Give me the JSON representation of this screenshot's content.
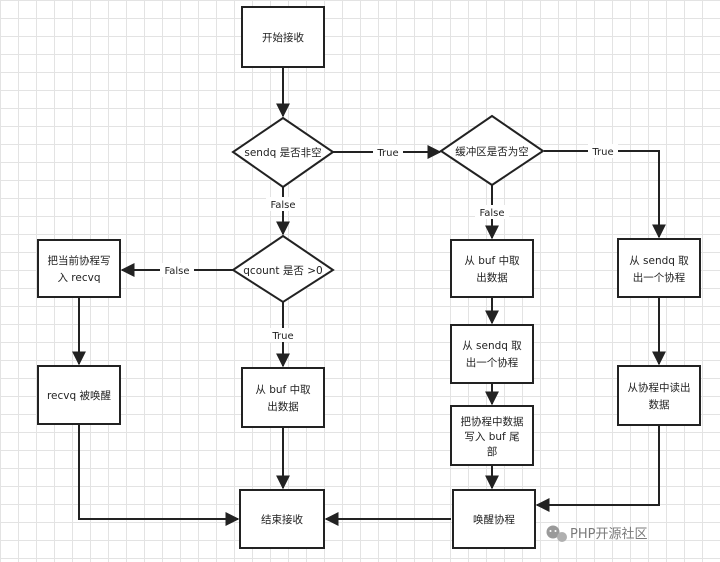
{
  "nodes": {
    "start": [
      "开始接收"
    ],
    "d_sendq": [
      "sendq 是否非空"
    ],
    "d_buffer": [
      "缓冲区是否为空"
    ],
    "d_qcount": [
      "qcount 是否 >0"
    ],
    "put_recvq": [
      "把当前协程写",
      "入 recvq"
    ],
    "recvq_woken": [
      "recvq 被唤醒"
    ],
    "take_buf_mid": [
      "从 buf 中取",
      "出数据"
    ],
    "take_buf_right": [
      "从 buf 中取",
      "出数据"
    ],
    "take_sendq_mid": [
      "从 sendq 取",
      "出一个协程"
    ],
    "write_buf_tail": [
      "把协程中数据",
      "写入 buf 尾",
      "部"
    ],
    "wake_coroutine": [
      "唤醒协程"
    ],
    "take_sendq_far": [
      "从 sendq 取",
      "出一个协程"
    ],
    "read_from_coroutine": [
      "从协程中读出",
      "数据"
    ],
    "end": [
      "结束接收"
    ]
  },
  "edge_labels": {
    "sendq_true": "True",
    "sendq_false": "False",
    "buffer_true": "True",
    "buffer_false": "False",
    "qcount_true": "True",
    "qcount_false": "False"
  },
  "watermark": {
    "text": "PHP开源社区"
  },
  "colors": {
    "line": "#222222",
    "grid": "#e3e3e3",
    "node_fill": "#ffffff"
  }
}
